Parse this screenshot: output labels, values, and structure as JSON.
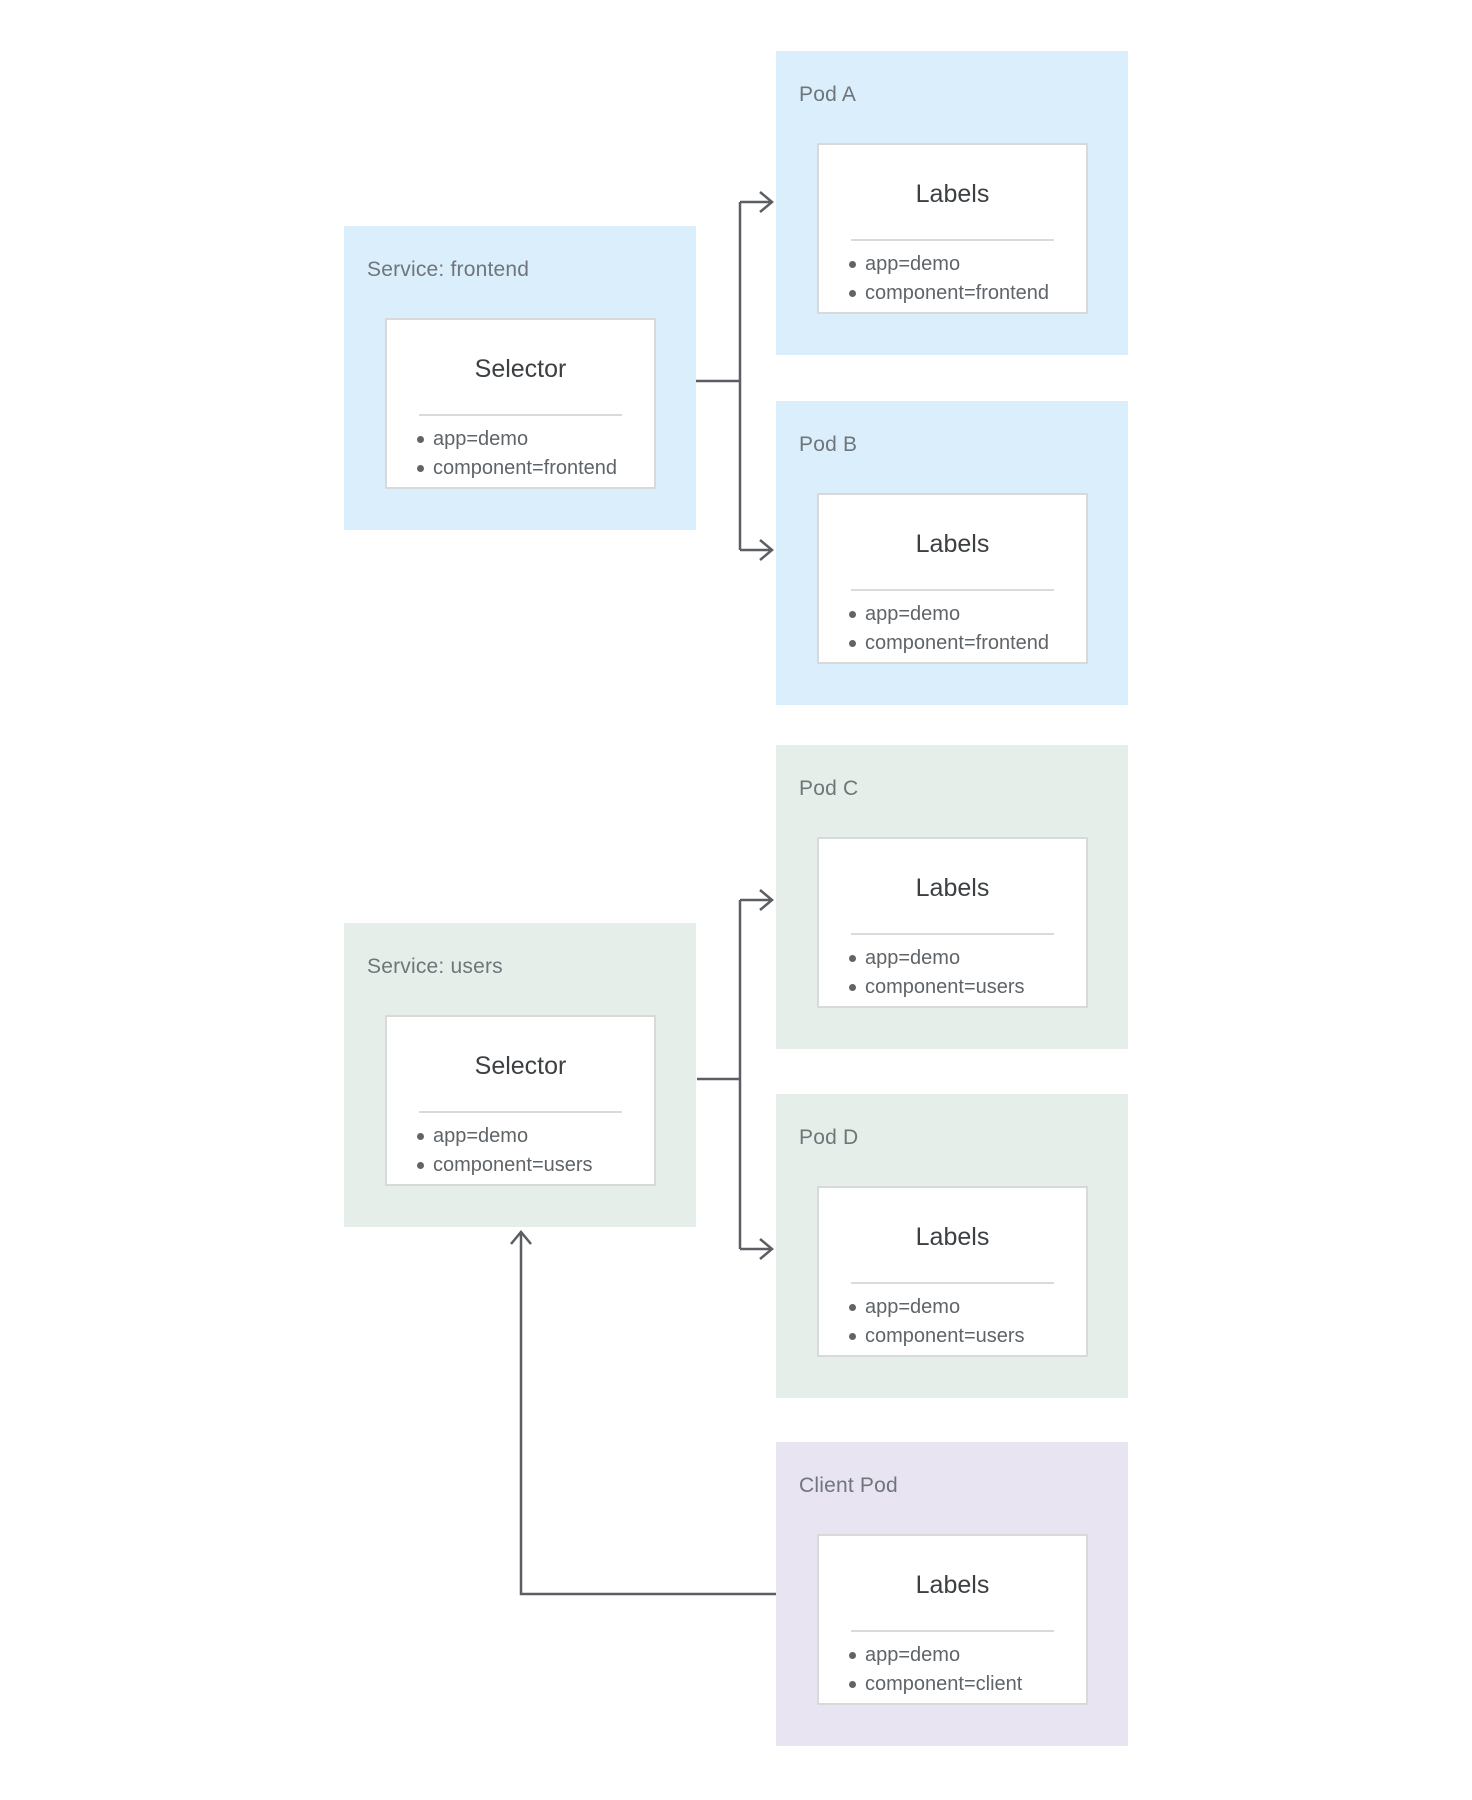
{
  "diagram": {
    "kind": "kubernetes-service-selector-diagram",
    "colors": {
      "frontend_group": "#daeefb",
      "users_group": "#e5eee8",
      "client_group": "#e8e4f2",
      "card_background": "#ffffff",
      "card_border": "#d9d9d9",
      "connector_line": "#5b5f64",
      "node_title_text": "#70757a",
      "card_title_text": "#3c4043",
      "item_text": "#5f6468"
    },
    "nodes": {
      "service_frontend": {
        "title": "Service: frontend",
        "card": {
          "title": "Selector",
          "items": [
            "app=demo",
            "component=frontend"
          ]
        }
      },
      "pod_a": {
        "title": "Pod A",
        "card": {
          "title": "Labels",
          "items": [
            "app=demo",
            "component=frontend"
          ]
        }
      },
      "pod_b": {
        "title": "Pod B",
        "card": {
          "title": "Labels",
          "items": [
            "app=demo",
            "component=frontend"
          ]
        }
      },
      "pod_c": {
        "title": "Pod C",
        "card": {
          "title": "Labels",
          "items": [
            "app=demo",
            "component=users"
          ]
        }
      },
      "service_users": {
        "title": "Service: users",
        "card": {
          "title": "Selector",
          "items": [
            "app=demo",
            "component=users"
          ]
        }
      },
      "pod_d": {
        "title": "Pod D",
        "card": {
          "title": "Labels",
          "items": [
            "app=demo",
            "component=users"
          ]
        }
      },
      "client_pod": {
        "title": "Client Pod",
        "card": {
          "title": "Labels",
          "items": [
            "app=demo",
            "component=client"
          ]
        }
      }
    },
    "connectors": [
      {
        "from": "service_frontend",
        "to": "pod_a"
      },
      {
        "from": "service_frontend",
        "to": "pod_b"
      },
      {
        "from": "service_users",
        "to": "pod_c"
      },
      {
        "from": "service_users",
        "to": "pod_d"
      },
      {
        "from": "client_pod",
        "to": "service_users"
      }
    ]
  }
}
